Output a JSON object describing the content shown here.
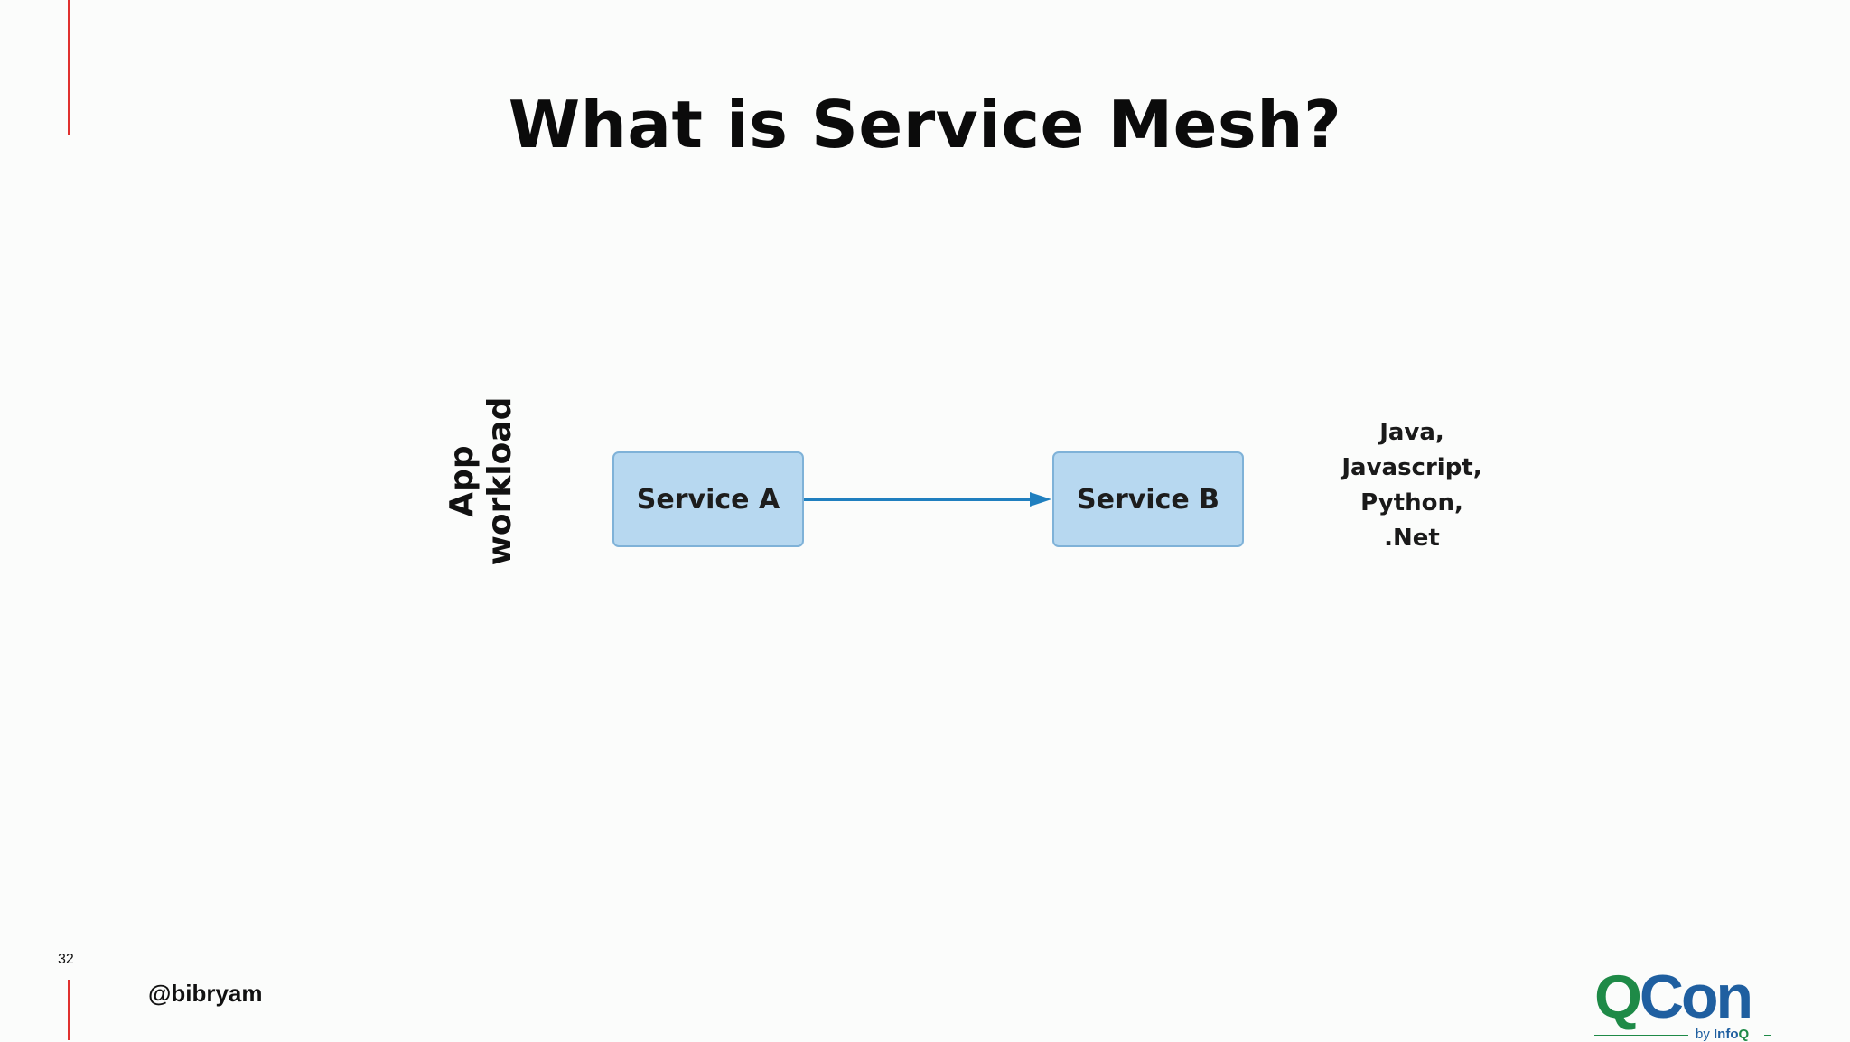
{
  "slide": {
    "title": "What is Service Mesh?",
    "page_number": "32",
    "handle": "@bibryam"
  },
  "diagram": {
    "side_label": [
      "App",
      "workload"
    ],
    "services": [
      "Service A",
      "Service B"
    ],
    "connector": {
      "from": "Service A",
      "to": "Service B",
      "color": "#1f7fbf"
    },
    "box_fill": "#b7d8f0",
    "box_border": "#7fb2d8",
    "languages": [
      "Java,",
      "Javascript,",
      "Python,",
      ".Net"
    ]
  },
  "logo": {
    "word_q": "Q",
    "word_con": "Con",
    "by": "by",
    "brand_main": "Info",
    "brand_q": "Q",
    "green": "#1e8a47",
    "blue": "#1f5fa0"
  },
  "accent_color": "#e0312f"
}
